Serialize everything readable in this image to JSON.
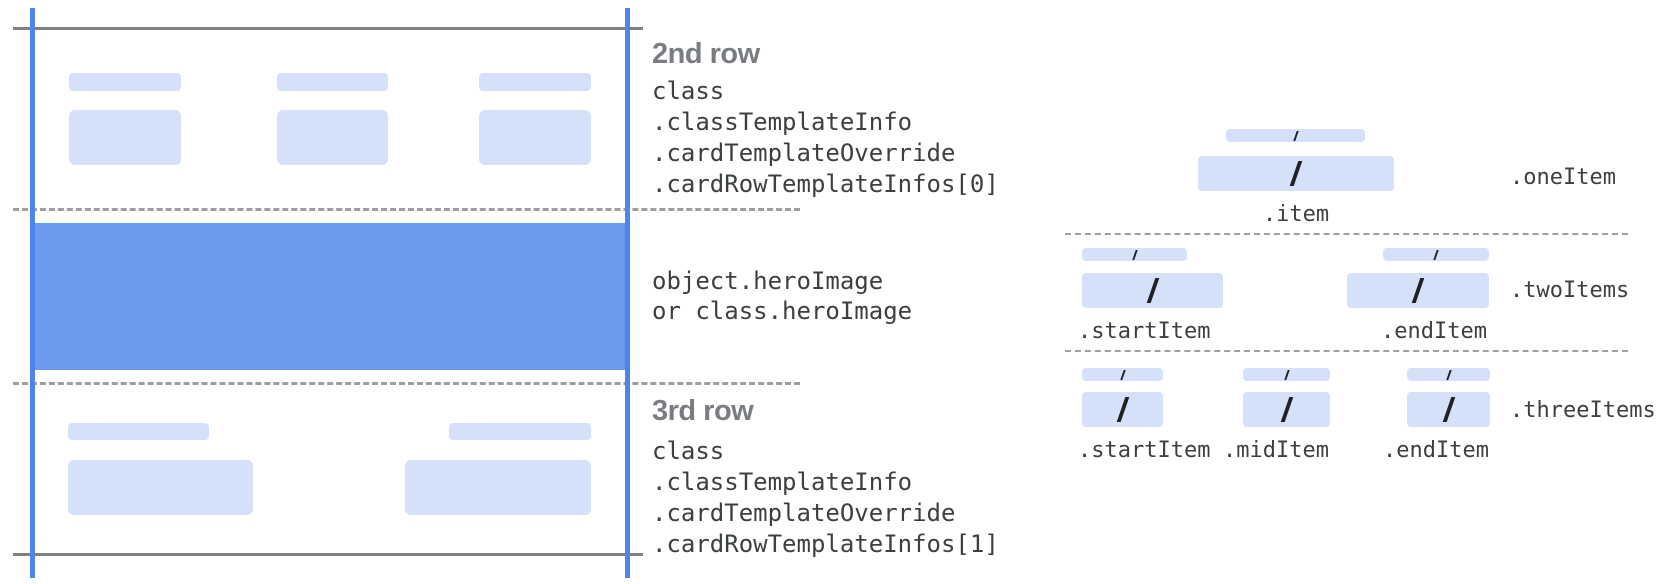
{
  "card": {
    "row2": {
      "heading": "2nd row",
      "lines": [
        "class",
        ".classTemplateInfo",
        ".cardTemplateOverride",
        ".cardRowTemplateInfos[0]"
      ]
    },
    "hero": {
      "lines": [
        "object.heroImage",
        "or class.heroImage"
      ]
    },
    "row3": {
      "heading": "3rd row",
      "lines": [
        "class",
        ".classTemplateInfo",
        ".cardTemplateOverride",
        ".cardRowTemplateInfos[1]"
      ]
    }
  },
  "layouts": {
    "one": {
      "name": ".oneItem",
      "items": [
        ".item"
      ]
    },
    "two": {
      "name": ".twoItems",
      "items": [
        ".startItem",
        ".endItem"
      ]
    },
    "three": {
      "name": ".threeItems",
      "items": [
        ".startItem",
        ".midItem",
        ".endItem"
      ]
    }
  },
  "glyphs": {
    "slash_placeholder": "/"
  },
  "colors": {
    "guide_line_blue": "#4a86ee",
    "hero_image_blue": "#6c9bee",
    "placeholder_blue": "#d4e1f9",
    "frame_gray": "#808080",
    "dashed_gray": "#9e9e9e",
    "heading_gray": "#797c80",
    "code_text": "#3c4043",
    "slash_dark": "#202124"
  }
}
